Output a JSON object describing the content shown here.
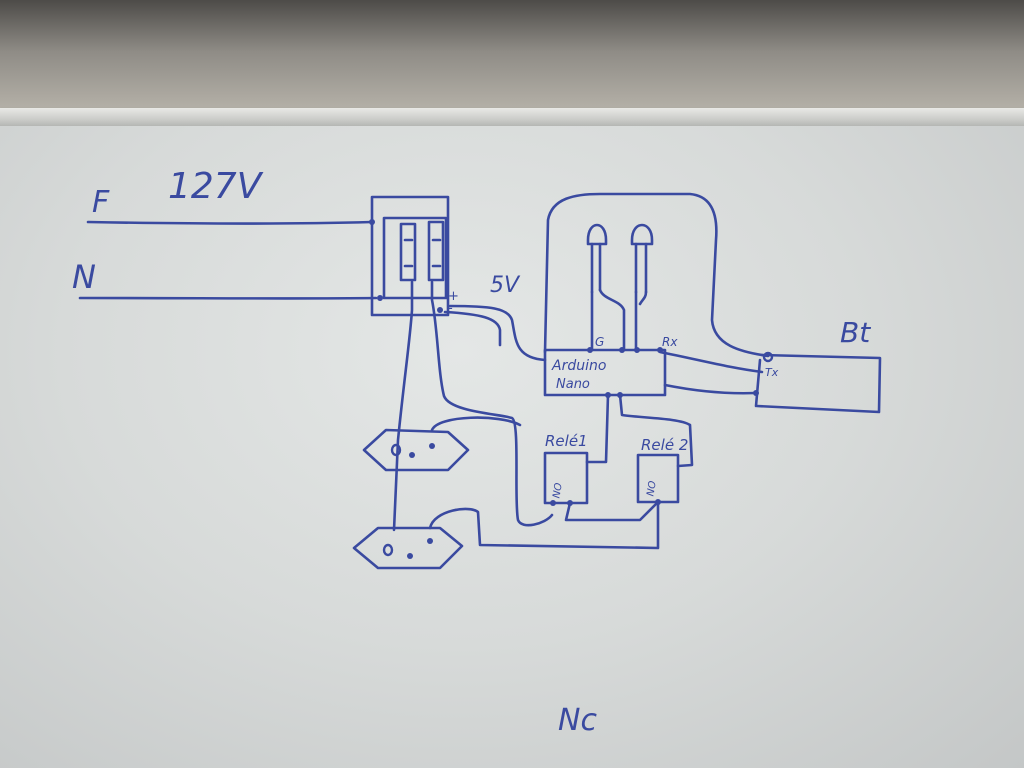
{
  "labels": {
    "phase": "F",
    "voltage": "127V",
    "neutral": "N",
    "five_volt": "5V",
    "plus": "+",
    "minus": "-",
    "gnd": "G",
    "rx": "Rx",
    "tx": "Tx",
    "arduino_line1": "Arduino",
    "arduino_line2": "Nano",
    "rele1": "Relé1",
    "rele2": "Relé 2",
    "no1": "NO",
    "no2": "NO",
    "bt": "Bt",
    "nc": "Nc"
  },
  "colors": {
    "ink": "#3a4aa0",
    "board": "#d7dad9"
  }
}
